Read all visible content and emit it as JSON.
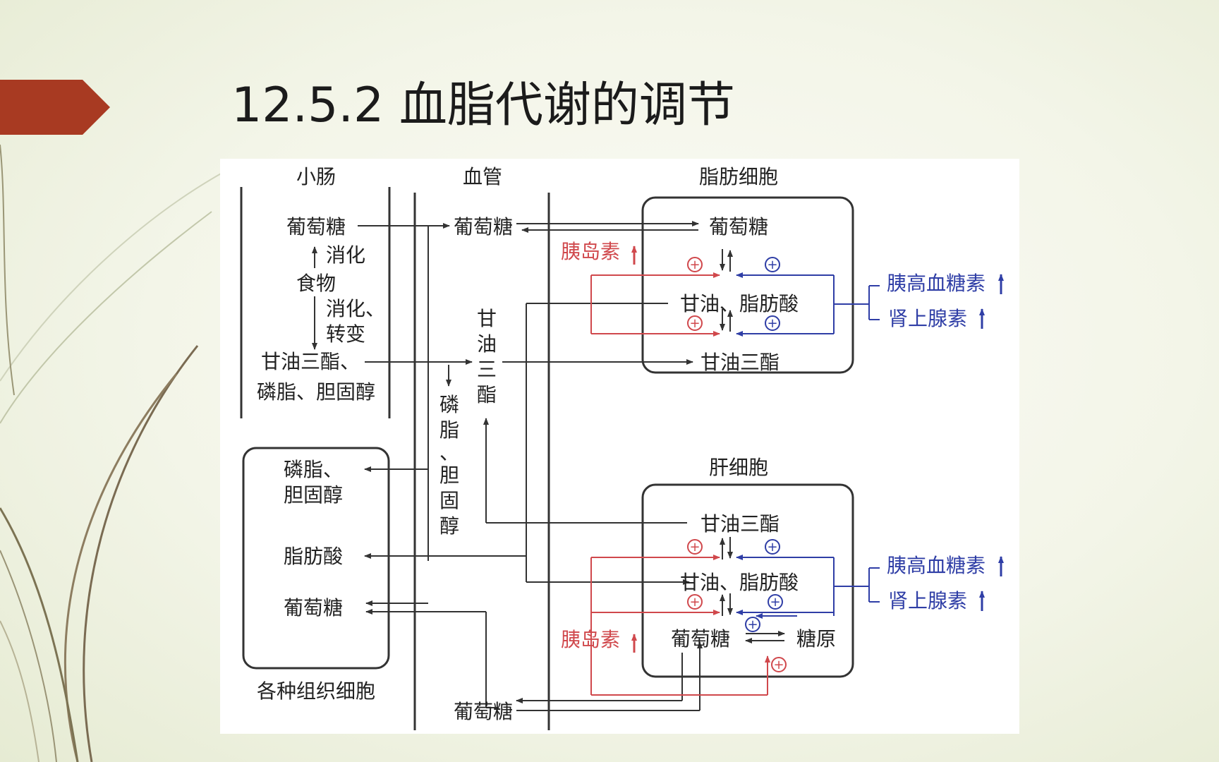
{
  "slide": {
    "title": "12.5.2 血脂代谢的调节"
  },
  "diagram": {
    "headers": {
      "small_intestine": "小肠",
      "blood_vessel": "血管",
      "adipocyte": "脂肪细胞",
      "hepatocyte": "肝细胞",
      "tissue_cells": "各种组织细胞"
    },
    "intestine": {
      "glucose": "葡萄糖",
      "digestion1": "消化",
      "food": "食物",
      "digestion2": "消化、",
      "transform": "转变",
      "tg": "甘油三酯、",
      "pl_chol": "磷脂、胆固醇"
    },
    "vessel": {
      "glucose_top": "葡萄糖",
      "tg_chars": [
        "甘",
        "油",
        "三",
        "酯"
      ],
      "pl_chars": [
        "磷",
        "脂",
        "、",
        "胆",
        "固",
        "醇"
      ],
      "glucose_bottom": "葡萄糖"
    },
    "adipocyte": {
      "glucose": "葡萄糖",
      "insulin": "胰岛素",
      "glycerol_fa": "甘油、脂肪酸",
      "tg": "甘油三酯"
    },
    "tissue": {
      "pl": "磷脂、",
      "chol": "胆固醇",
      "fa": "脂肪酸",
      "glucose": "葡萄糖"
    },
    "liver": {
      "tg": "甘油三酯",
      "glycerol_fa": "甘油、脂肪酸",
      "insulin": "胰岛素",
      "glucose": "葡萄糖",
      "glycogen": "糖原"
    },
    "hormones": {
      "glucagon_top": "胰高血糖素",
      "adrenaline_top": "肾上腺素",
      "glucagon_bottom": "胰高血糖素",
      "adrenaline_bottom": "肾上腺素"
    },
    "signs": {
      "plus": "+"
    },
    "colors": {
      "stimulate": "#d0484c",
      "hormone": "#2f3ea6",
      "line": "#333333",
      "accent": "#a83a22"
    }
  }
}
